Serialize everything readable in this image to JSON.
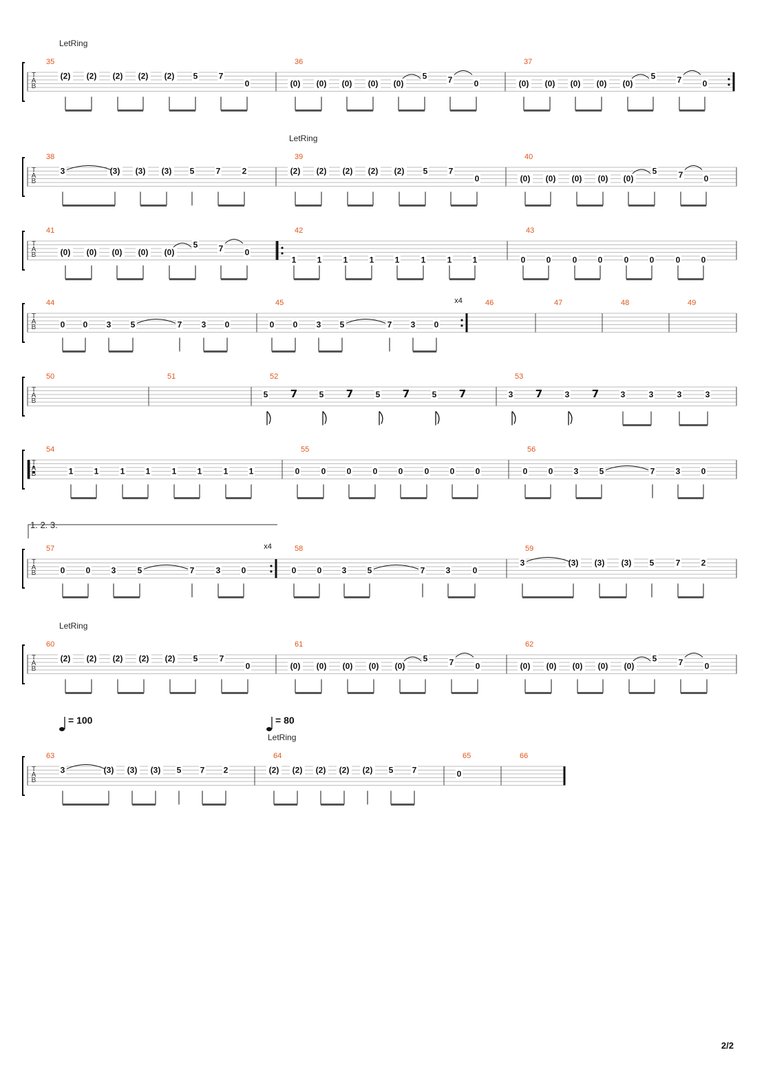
{
  "page_number": "2/2",
  "tab_labels": [
    "T",
    "A",
    "B"
  ],
  "let_ring_label": "LetRing",
  "repeat_count_label": "x4",
  "volta_label": "1. 2. 3.",
  "tempo_markings": [
    {
      "bpm_text": "= 100"
    },
    {
      "bpm_text": "= 80"
    }
  ],
  "systems": [
    {
      "let_ring": [
        0
      ],
      "measures": [
        {
          "number": "35",
          "frets": [
            "(2)",
            "(2)",
            "(2)",
            "(2)",
            "(2)",
            "5",
            "7",
            "0"
          ]
        },
        {
          "number": "36",
          "frets": [
            "(0)",
            "(0)",
            "(0)",
            "(0)",
            "(0)",
            "5",
            "7",
            "0"
          ]
        },
        {
          "number": "37",
          "frets": [
            "(0)",
            "(0)",
            "(0)",
            "(0)",
            "(0)",
            "5",
            "7",
            "0"
          ],
          "repeat_end": true
        }
      ]
    },
    {
      "let_ring": [
        1
      ],
      "measures": [
        {
          "number": "38",
          "frets": [
            "3",
            "(3)",
            "(3)",
            "(3)",
            "5",
            "7",
            "2"
          ]
        },
        {
          "number": "39",
          "frets": [
            "(2)",
            "(2)",
            "(2)",
            "(2)",
            "(2)",
            "5",
            "7",
            "0"
          ]
        },
        {
          "number": "40",
          "frets": [
            "(0)",
            "(0)",
            "(0)",
            "(0)",
            "(0)",
            "5",
            "7",
            "0"
          ]
        }
      ]
    },
    {
      "measures": [
        {
          "number": "41",
          "frets": [
            "(0)",
            "(0)",
            "(0)",
            "(0)",
            "(0)",
            "5",
            "7",
            "0"
          ]
        },
        {
          "number": "42",
          "frets": [
            "1",
            "1",
            "1",
            "1",
            "1",
            "1",
            "1",
            "1"
          ],
          "repeat_start": true
        },
        {
          "number": "43",
          "frets": [
            "0",
            "0",
            "0",
            "0",
            "0",
            "0",
            "0",
            "0"
          ]
        }
      ]
    },
    {
      "measures": [
        {
          "number": "44",
          "frets": [
            "0",
            "0",
            "3",
            "5",
            "7",
            "3",
            "0"
          ]
        },
        {
          "number": "45",
          "frets": [
            "0",
            "0",
            "3",
            "5",
            "7",
            "3",
            "0"
          ],
          "repeat_end": true,
          "repeat_count": true
        },
        {
          "number": "46",
          "frets": []
        },
        {
          "number": "47",
          "frets": []
        },
        {
          "number": "48",
          "frets": []
        },
        {
          "number": "49",
          "frets": []
        }
      ]
    },
    {
      "measures": [
        {
          "number": "50",
          "frets": []
        },
        {
          "number": "51",
          "frets": []
        },
        {
          "number": "52",
          "frets": [
            "5",
            "5",
            "5",
            "5"
          ]
        },
        {
          "number": "53",
          "frets": [
            "3",
            "3",
            "3",
            "3",
            "3",
            "3"
          ]
        }
      ]
    },
    {
      "measures": [
        {
          "number": "54",
          "frets": [
            "1",
            "1",
            "1",
            "1",
            "1",
            "1",
            "1",
            "1"
          ],
          "repeat_start": true
        },
        {
          "number": "55",
          "frets": [
            "0",
            "0",
            "0",
            "0",
            "0",
            "0",
            "0",
            "0"
          ]
        },
        {
          "number": "56",
          "frets": [
            "0",
            "0",
            "3",
            "5",
            "7",
            "3",
            "0"
          ]
        }
      ]
    },
    {
      "volta": true,
      "measures": [
        {
          "number": "57",
          "frets": [
            "0",
            "0",
            "3",
            "5",
            "7",
            "3",
            "0"
          ],
          "repeat_end": true,
          "repeat_count": true
        },
        {
          "number": "58",
          "frets": [
            "0",
            "0",
            "3",
            "5",
            "7",
            "3",
            "0"
          ]
        },
        {
          "number": "59",
          "frets": [
            "3",
            "(3)",
            "(3)",
            "(3)",
            "5",
            "7",
            "2"
          ]
        }
      ]
    },
    {
      "let_ring": [
        0
      ],
      "measures": [
        {
          "number": "60",
          "frets": [
            "(2)",
            "(2)",
            "(2)",
            "(2)",
            "(2)",
            "5",
            "7",
            "0"
          ]
        },
        {
          "number": "61",
          "frets": [
            "(0)",
            "(0)",
            "(0)",
            "(0)",
            "(0)",
            "5",
            "7",
            "0"
          ]
        },
        {
          "number": "62",
          "frets": [
            "(0)",
            "(0)",
            "(0)",
            "(0)",
            "(0)",
            "5",
            "7",
            "0"
          ]
        }
      ]
    },
    {
      "let_ring": [
        1
      ],
      "tempo": [
        0,
        1
      ],
      "measures": [
        {
          "number": "63",
          "frets": [
            "3",
            "(3)",
            "(3)",
            "(3)",
            "5",
            "7",
            "2"
          ]
        },
        {
          "number": "64",
          "frets": [
            "(2)",
            "(2)",
            "(2)",
            "(2)",
            "(2)",
            "5",
            "7"
          ]
        },
        {
          "number": "65",
          "frets": [
            "0"
          ]
        },
        {
          "number": "66",
          "frets": [],
          "final_bar": true
        }
      ]
    }
  ]
}
